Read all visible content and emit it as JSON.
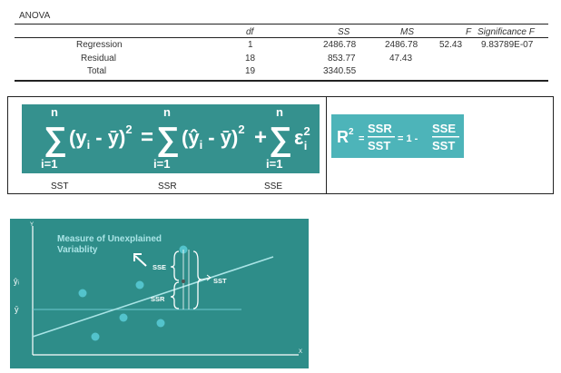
{
  "anova": {
    "title": "ANOVA",
    "headers": [
      "df",
      "SS",
      "MS",
      "F",
      "Significance F"
    ],
    "rows": [
      {
        "label": "Regression",
        "df": "1",
        "ss": "2486.78",
        "ms": "2486.78",
        "f": "52.43",
        "sig": "9.83789E-07"
      },
      {
        "label": "Residual",
        "df": "18",
        "ss": "853.77",
        "ms": "47.43",
        "f": "",
        "sig": ""
      },
      {
        "label": "Total",
        "df": "19",
        "ss": "3340.55",
        "ms": "",
        "f": "",
        "sig": ""
      }
    ]
  },
  "formula": {
    "sum_index": "i=1",
    "sum_top": "n",
    "labels": [
      "SST",
      "SSR",
      "SSE"
    ],
    "r2": {
      "lhs": "R",
      "exp": "2",
      "eq": "=",
      "num1": "SSR",
      "den1": "SST",
      "eq2": "= 1 -",
      "num2": "SSE",
      "den2": "SST"
    }
  },
  "chart": {
    "title_line1": "Measure of Unexplained",
    "title_line2": "Variablity",
    "y_axis_label": "Y",
    "x_axis_label": "X",
    "yhat_label": "ŷᵢ",
    "ybar_label": "ȳ",
    "sse_label": "SSE",
    "sst_label": "SST",
    "ssr_label": "SSR",
    "colors": {
      "bg": "#2e8d89",
      "ink": "#ffffff",
      "point": "#53c3cc"
    }
  }
}
